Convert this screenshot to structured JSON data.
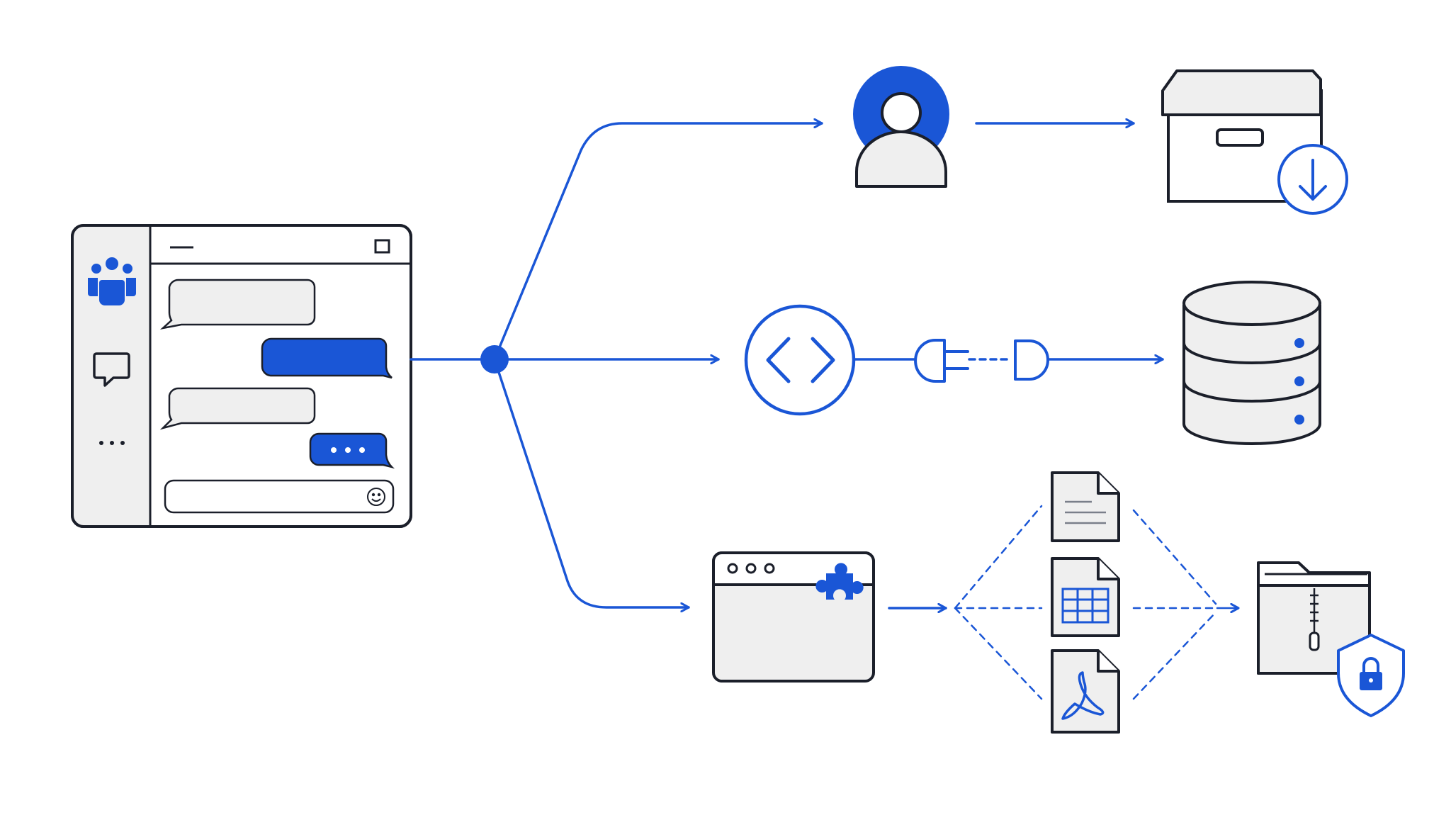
{
  "colors": {
    "background": "#ffffff",
    "stroke": "#1b1f2a",
    "accent": "#1a56d6",
    "fill_light": "#efefef"
  },
  "chat_app": {
    "icons": [
      "team-icon",
      "chat-icon",
      "more-icon"
    ],
    "messages": [
      {
        "side": "left",
        "style": "outline"
      },
      {
        "side": "right",
        "style": "filled"
      },
      {
        "side": "left",
        "style": "outline"
      },
      {
        "side": "right",
        "style": "typing"
      }
    ],
    "input_icon": "emoji-icon"
  },
  "branches": [
    {
      "name": "user",
      "nodes": [
        "user-avatar-icon",
        "archive-export-icon"
      ]
    },
    {
      "name": "api",
      "nodes": [
        "code-icon",
        "plug-icon",
        "socket-icon",
        "database-icon"
      ]
    },
    {
      "name": "plugin",
      "nodes": [
        "browser-plugin-icon",
        "text-document-icon",
        "spreadsheet-document-icon",
        "pdf-document-icon",
        "secure-zip-folder-icon"
      ]
    }
  ]
}
